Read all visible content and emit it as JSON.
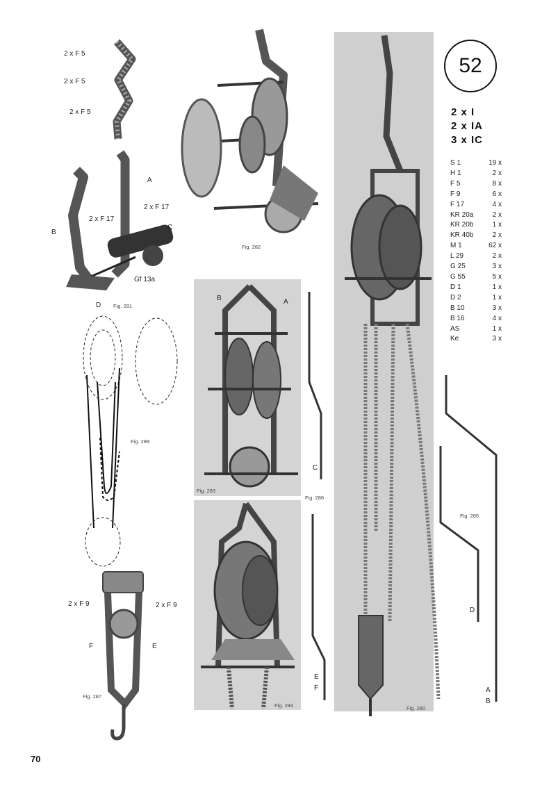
{
  "page": {
    "number": "70"
  },
  "model": {
    "number": "52"
  },
  "sets": [
    "2 x I",
    "2 x IA",
    "3 x IC"
  ],
  "parts": [
    {
      "code": "S 1",
      "qty": "19 x"
    },
    {
      "code": "H 1",
      "qty": "2 x"
    },
    {
      "code": "F 5",
      "qty": "8 x"
    },
    {
      "code": "F 9",
      "qty": "6 x"
    },
    {
      "code": "F 17",
      "qty": "4 x"
    },
    {
      "code": "KR 20a",
      "qty": "2 x"
    },
    {
      "code": "KR 20b",
      "qty": "1 x"
    },
    {
      "code": "KR 40b",
      "qty": "2 x"
    },
    {
      "code": "M 1",
      "qty": "62 x"
    },
    {
      "code": "L 29",
      "qty": "2 x"
    },
    {
      "code": "G 25",
      "qty": "3 x"
    },
    {
      "code": "G 55",
      "qty": "5 x"
    },
    {
      "code": "D 1",
      "qty": "1 x"
    },
    {
      "code": "D 2",
      "qty": "1 x"
    },
    {
      "code": "B 10",
      "qty": "3 x"
    },
    {
      "code": "B 16",
      "qty": "4 x"
    },
    {
      "code": "AS",
      "qty": "1 x"
    },
    {
      "code": "Ke",
      "qty": "3 x"
    }
  ],
  "figures": {
    "fig280": "Fig. 280",
    "fig281": "Fig. 281",
    "fig282": "Fig. 282",
    "fig283": "Fig. 283",
    "fig284": "Fig. 284",
    "fig285": "Fig. 285",
    "fig286": "Fig. 286",
    "fig287": "Fig. 287",
    "fig288": "Fig. 288"
  },
  "labels": {
    "f5a": "2 x F 5",
    "f5b": "2 x F 5",
    "f5c": "2 x F 5",
    "a281": "A",
    "f17a": "2 x F 17",
    "f17b": "2 x F 17",
    "b281": "B",
    "c281": "C",
    "gf13a": "Gf 13a",
    "d281": "D",
    "b283": "B",
    "a283": "A",
    "c286": "C",
    "ef284": "E",
    "ef284b": "F",
    "d285": "D",
    "a280": "A",
    "b280": "B",
    "f9left": "2 x F 9",
    "f9right": "2 x F 9",
    "f287": "F",
    "e287": "E"
  }
}
